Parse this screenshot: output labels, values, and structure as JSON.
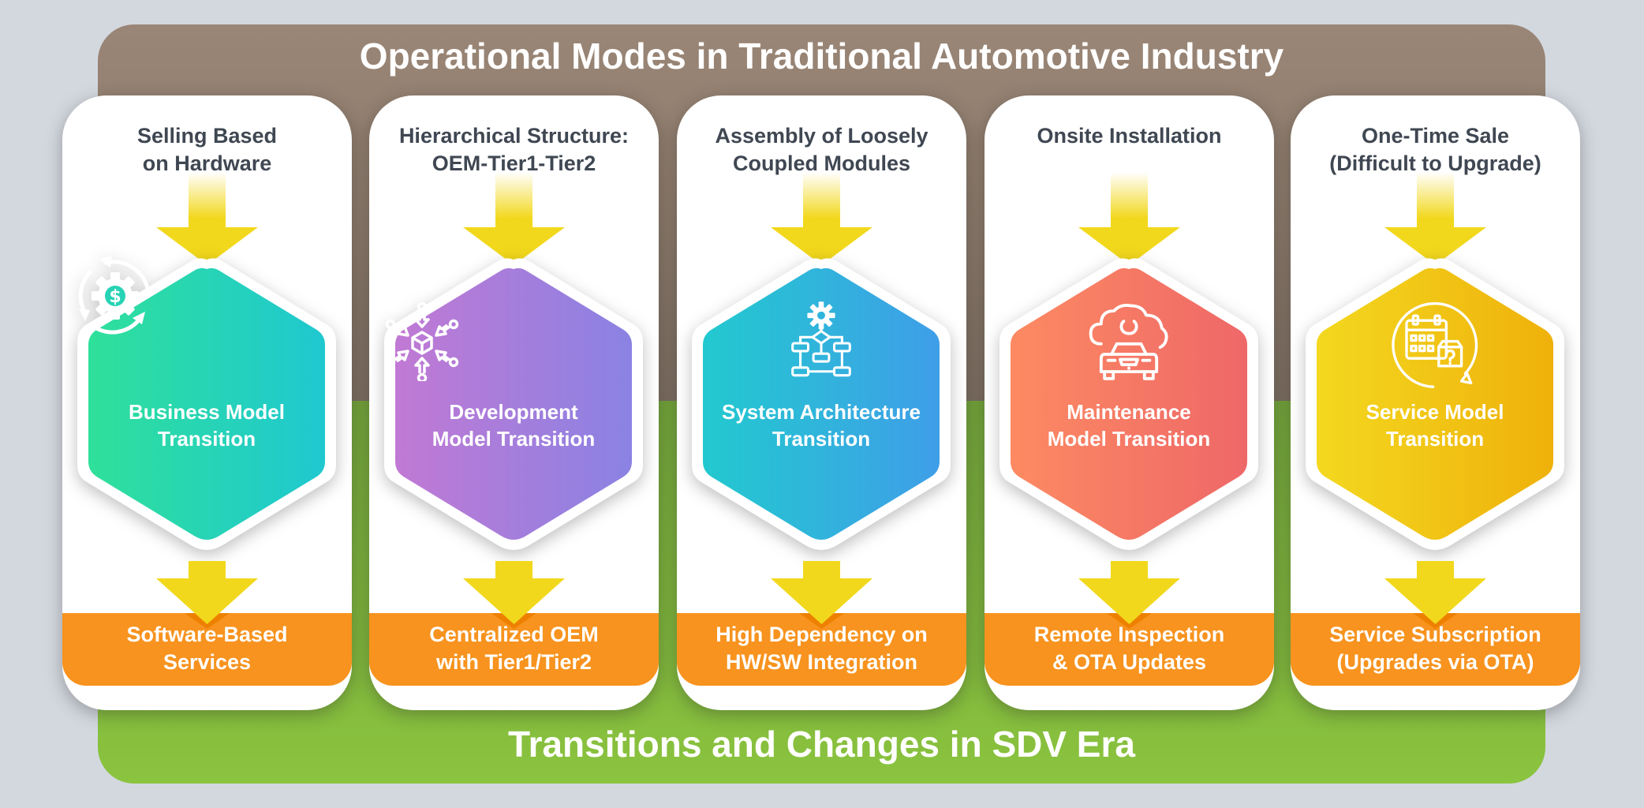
{
  "header": {
    "title": "Operational Modes in Traditional Automotive Industry",
    "color": "#958171"
  },
  "footer": {
    "title": "Transitions and Changes in SDV Era",
    "color": "#8bc43f"
  },
  "colors": {
    "background": "#d3d8df",
    "card": "#ffffff",
    "heading_text": "#3f4752",
    "arrow": "#f2d81c",
    "result_band": "#f7931e"
  },
  "columns": [
    {
      "traditional": "Selling Based\non Hardware",
      "transition": "Business Model\nTransition",
      "icon": "gear-dollar-cycle-icon",
      "gradient": [
        "#2fe09a",
        "#1fc8d0"
      ],
      "sdv": "Software-Based\nServices"
    },
    {
      "traditional": "Hierarchical Structure:\nOEM-Tier1-Tier2",
      "transition": "Development\nModel Transition",
      "icon": "cube-converging-arrows-icon",
      "gradient": [
        "#c179d4",
        "#8a82e3"
      ],
      "sdv": "Centralized OEM\nwith Tier1/Tier2"
    },
    {
      "traditional": "Assembly of Loosely\nCoupled Modules",
      "transition": "System Architecture\nTransition",
      "icon": "gear-flowchart-icon",
      "gradient": [
        "#22c9cf",
        "#3f9ee8"
      ],
      "sdv": "High Dependency on\nHW/SW Integration"
    },
    {
      "traditional": "Onsite Installation",
      "transition": "Maintenance\nModel Transition",
      "icon": "car-cloud-sync-icon",
      "gradient": [
        "#fd8a62",
        "#ee6868"
      ],
      "sdv": "Remote Inspection\n& OTA Updates"
    },
    {
      "traditional": "One-Time Sale\n(Difficult to Upgrade)",
      "transition": "Service Model\nTransition",
      "icon": "calendar-package-cycle-icon",
      "gradient": [
        "#f3d81f",
        "#efb10b"
      ],
      "sdv": "Service Subscription\n(Upgrades via OTA)"
    }
  ]
}
